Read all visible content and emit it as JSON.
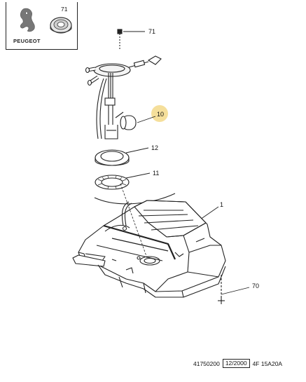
{
  "inset": {
    "brand": "PEUGEOT",
    "part_ref": "71"
  },
  "parts": {
    "p71": "71",
    "p10": "10",
    "p12": "12",
    "p11": "11",
    "p1": "1",
    "p70": "70"
  },
  "highlight_color": "#f3d98a",
  "footer": {
    "doc_number": "41750200",
    "date": "12/2000",
    "code": "4F 15A20A"
  }
}
